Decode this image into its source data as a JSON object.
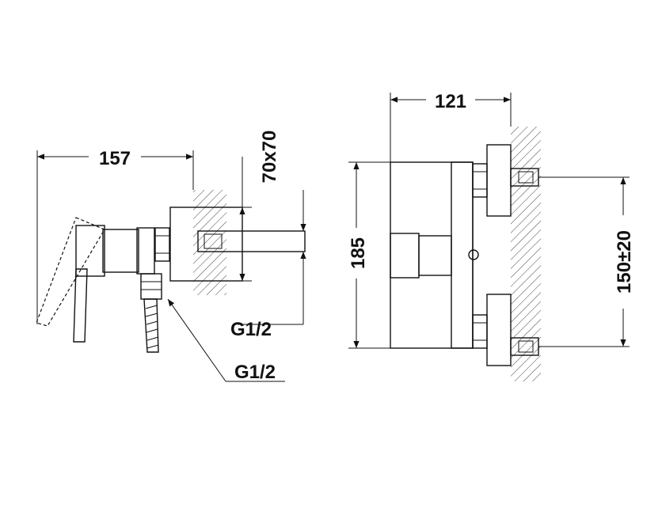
{
  "dimensions": {
    "side_width": "157",
    "flange_size": "70x70",
    "side_inlet_thread": "G1/2",
    "side_outlet_thread": "G1/2",
    "front_depth": "121",
    "front_height": "185",
    "inlet_spacing": "150±20"
  },
  "colors": {
    "line": "#111111",
    "background": "#ffffff"
  }
}
